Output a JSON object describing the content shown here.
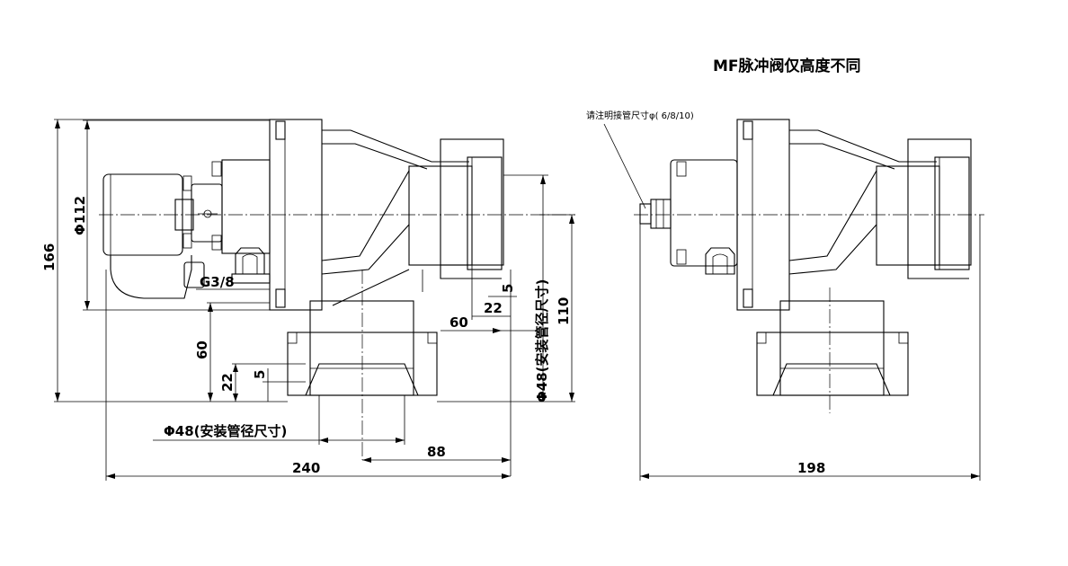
{
  "title": "MF脉冲阀仅高度不同",
  "note": "请注明接管尺寸φ( 6/8/10)",
  "left_view": {
    "dims": {
      "d166": "166",
      "d112": "Φ112",
      "thread": "G3/8",
      "d60v": "60",
      "d22v": "22",
      "d5": "5",
      "pipe_bottom": "Φ48(安装管径尺寸)",
      "d88": "88",
      "d240": "240",
      "d60h": "60",
      "d22h": "22",
      "d5h": "5",
      "pipe_right": "Φ48(安装管径尺寸)",
      "d110": "110"
    }
  },
  "right_view": {
    "dims": {
      "d198": "198"
    }
  }
}
